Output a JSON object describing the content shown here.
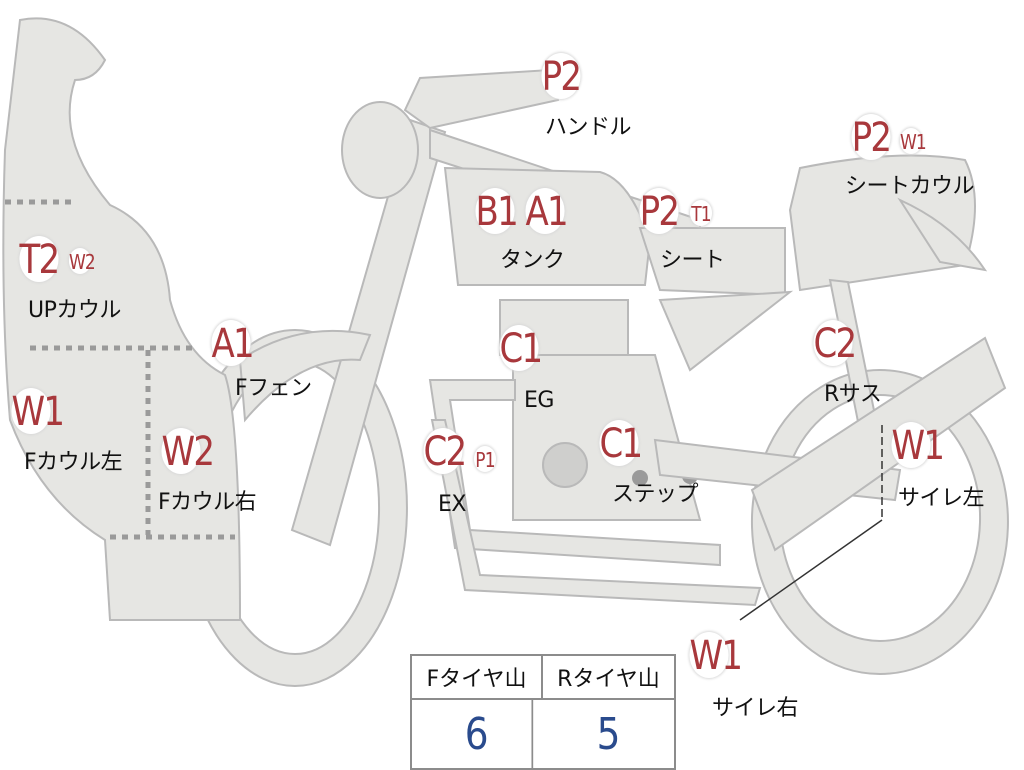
{
  "parts": {
    "handle": "ハンドル",
    "seat_cowl": "シートカウル",
    "tank": "タンク",
    "seat": "シート",
    "up_cowl": "UPカウル",
    "f_fender": "Fフェン",
    "engine": "EG",
    "r_suspension": "Rサス",
    "f_cowl_left": "Fカウル左",
    "f_cowl_right": "Fカウル右",
    "exhaust": "EX",
    "step": "ステップ",
    "silencer_left": "サイレ左",
    "silencer_right": "サイレ右"
  },
  "grades": {
    "handle": "P2",
    "seat_cowl_main": "P2",
    "seat_cowl_sub": "W1",
    "tank_1": "B1",
    "tank_2": "A1",
    "seat_main": "P2",
    "seat_sub": "T1",
    "up_cowl_main": "T2",
    "up_cowl_sub": "W2",
    "f_fender": "A1",
    "engine": "C1",
    "r_suspension": "C2",
    "f_cowl_left": "W1",
    "f_cowl_right": "W2",
    "exhaust_main": "C2",
    "exhaust_sub": "P1",
    "step": "C1",
    "silencer_left": "W1",
    "silencer_right": "W1"
  },
  "tire_table": {
    "headers": [
      "Fタイヤ山",
      "Rタイヤ山"
    ],
    "values": [
      "6",
      "5"
    ]
  },
  "colors": {
    "part_fill": "#e6e6e3",
    "part_stroke": "#b9b9b9",
    "grade_text": "#a8383c",
    "tire_value": "#2a4b8d",
    "dotted_divider": "#9a9a9a"
  }
}
